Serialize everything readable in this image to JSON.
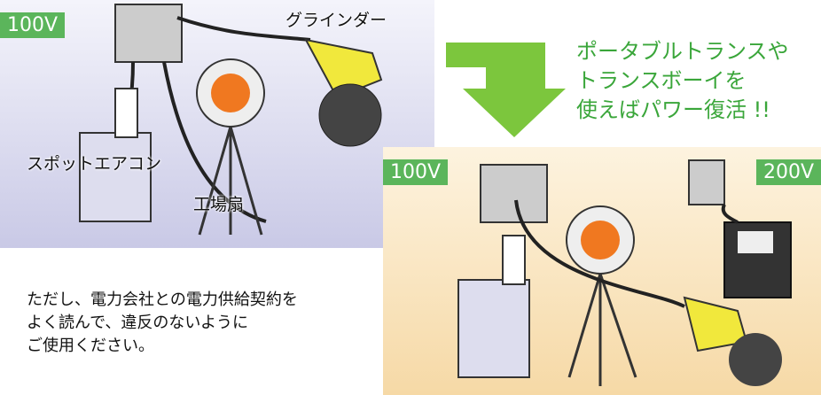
{
  "before": {
    "voltage": "100V",
    "labels": {
      "grinder": "グラインダー",
      "aircon": "スポットエアコン",
      "fan": "工場扇"
    }
  },
  "after": {
    "voltage_left": "100V",
    "voltage_right": "200V"
  },
  "message": {
    "lines": [
      "ポータブルトランスや",
      "トランスボーイを",
      "使えばパワー復活 !!"
    ]
  },
  "note": {
    "lines": [
      "ただし、電力会社との電力供給契約を",
      "よく読んで、違反のないように",
      "ご使用ください。"
    ]
  },
  "colors": {
    "accent": "#5bb55b",
    "text_green": "#3aa63a",
    "before_bg": "#d8d8ee",
    "after_bg": "#f8e3bb"
  }
}
